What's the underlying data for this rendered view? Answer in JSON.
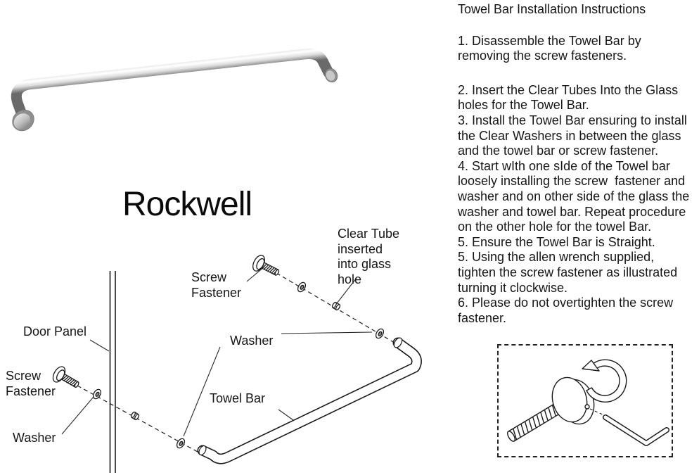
{
  "brand": "Rockwell",
  "instructions": {
    "title": "Towel Bar Installation Instructions",
    "paragraphs": [
      "1. Disassemble the Towel Bar by\nremoving the screw fasteners.",
      "2. Insert the Clear Tubes Into the Glass\nholes for the Towel Bar.",
      "3. Install the Towel Bar ensuring to install\nthe Clear Washers in between the glass\nand the towel bar or screw fastener.",
      "4. Start wIth one sIde of the Towel bar\nloosely installing the screw  fastener and\nwasher and on other side of the glass the\nwasher and towel bar. Repeat procedure\non the other hole for the towel Bar.",
      "5. Ensure the Towel Bar is Straight.",
      "5. Using the allen wrench supplied,\ntighten the screw fastener as illustrated\nturning it clockwise.",
      "6. Please do not overtighten the screw\nfastener."
    ]
  },
  "diagram": {
    "door_panel": "Door Panel",
    "screw_line1": "Screw",
    "screw_line2": "Fastener",
    "washer": "Washer",
    "towel_bar": "Towel Bar",
    "clear_tube_line1": "Clear Tube",
    "clear_tube_line2": "inserted",
    "clear_tube_line3": "into glass",
    "clear_tube_line4": "hole"
  },
  "colors": {
    "line": "#1a1a1a",
    "text": "#161616",
    "chrome_light": "#ffffff",
    "chrome_mid": "#d9d9d9",
    "chrome_dark": "#6f6f6f"
  }
}
